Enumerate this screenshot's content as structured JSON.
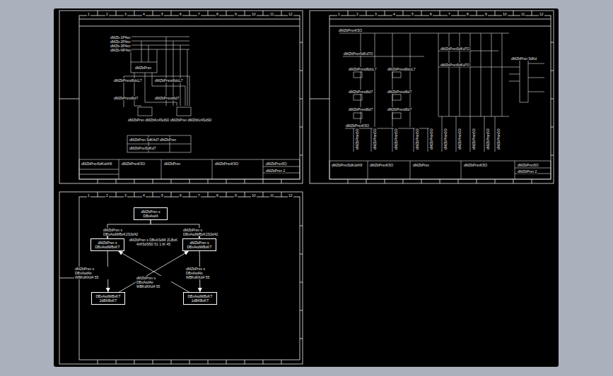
{
  "diagram": {
    "nodes": [
      {
        "text": [
          "dMZbPrsn s DBxAsd4"
        ]
      },
      {
        "text": [
          "dMZbPrsn s DBxAsdWBxKT"
        ]
      },
      {
        "text": [
          "dMZbPrsn s DBxAsdWBxKT"
        ]
      },
      {
        "text": [
          "DBxAsdWBxKT 2dBKBxKT"
        ]
      },
      {
        "text": [
          "DBxAsdWBxKT 1dBKBxKT"
        ]
      }
    ],
    "edges": [
      {
        "from": 0,
        "to": 1,
        "arrow": "to",
        "label": "dMZbPrsn s DBxAsdWBxK2S3d42"
      },
      {
        "from": 0,
        "to": 2,
        "arrow": "to",
        "label": "dMZbPrsn s DBxAsdWBxK2S3d42"
      },
      {
        "from": 1,
        "to": 3,
        "arrow": "to",
        "label": "dMZbPrsn s DBxAsd4o WBKdKKd4 55"
      },
      {
        "from": 2,
        "to": 4,
        "arrow": "to",
        "label": "dMZbPrsn s DBxAsd4o WBKdKKd4 55"
      },
      {
        "from": 3,
        "to": 2,
        "arrow": "to",
        "label": "dMZbPrsn s DBxAsd4o WBKdKKd4 55"
      },
      {
        "from": 4,
        "to": 1,
        "arrow": "to"
      }
    ],
    "labels": [
      "1",
      "2",
      "3",
      "4",
      "5",
      "6",
      "7",
      "8",
      "9",
      "10",
      "11",
      "12",
      "1",
      "2",
      "3",
      "4",
      "5",
      "6",
      "7",
      "8",
      "9",
      "10",
      "11",
      "12",
      "1",
      "2",
      "3",
      "4",
      "5",
      "6",
      "7",
      "8",
      "9",
      "10",
      "11",
      "12",
      "dMZb-1P4sn",
      "dMZb-2P4sn",
      "dMZb-3P4sn",
      "dMZb-NP4sn",
      "dMZbPrsn",
      "dMZbPrsnd6dcL7",
      "dMZbPrsnd6dcL7",
      "dMZbPrsnd6d7",
      "dMZbPrsnd6d7",
      "dMZbPrsn dMZbKc4SdS0",
      "dMZbPrsn dMZbKc4SdS0",
      "dMZbPrsn 5dK4d7 dMZbPrsn",
      "dMZbPrsn5dKd7",
      "dMZbPrsn5dKdzK8",
      "dMZbPrsnK5O",
      "dMZbPrsn",
      "dMZbPrsnK5O",
      "dMZbPrsn5O",
      "dMZbPrsn 2",
      "dMZbPrsnK5O",
      "dMZbPrsn5dKd7O",
      "dMZbPrsn5dKd7O",
      "dMZbPrsn5dKd7O",
      "dMZbPrsnd6dcL7",
      "dMZbPrsnd6dcL7",
      "dMZbPrsnd6d7",
      "dMZbPrsnd6d7",
      "dMZbPrsnd6d7",
      "dMZbPrsnd6d7",
      "dMZbPrsnK5O",
      "dMZbPrsn 5dKd",
      "dMZbPrsn5O",
      "dMZbPrsn5O",
      "dMZbPrsn5O",
      "dMZbPrsn5O",
      "dMZbPrsn5O",
      "dMZbPrsn5O",
      "dMZbPrsn5O",
      "dMZbPrsn5O",
      "dMZbPrsn5O",
      "dMZbPrsn5O",
      "dMZbPrsn5dKdzK8",
      "dMZbPrsnK5O",
      "dMZbPrsn",
      "dMZbPrsnK5O",
      "dMZbPrsn5O",
      "dMZbPrsn 2",
      "dMZbPrsn s DBxASdW ZLBxK 4zK5dS5D 51 1.tK 45"
    ]
  }
}
